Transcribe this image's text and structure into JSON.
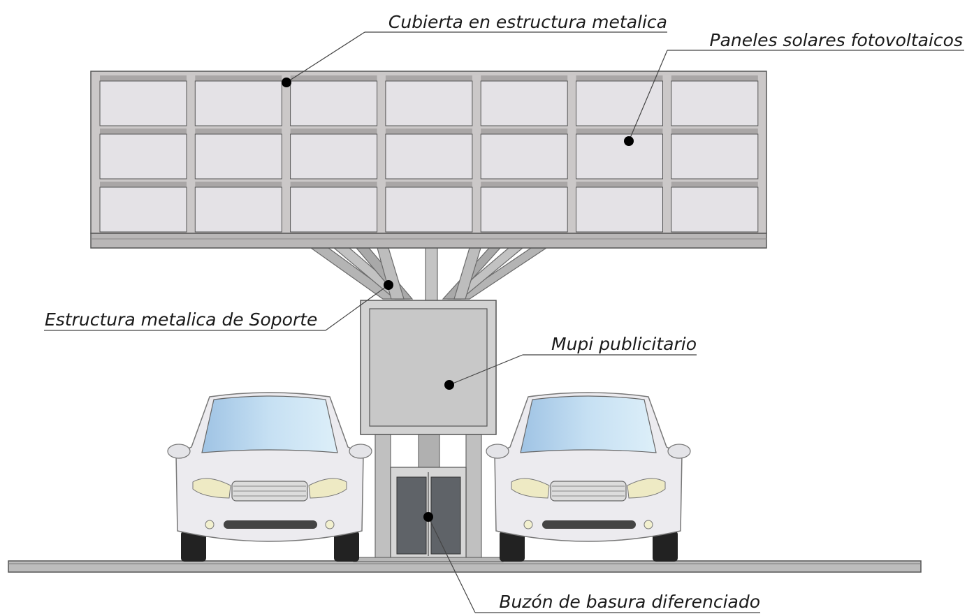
{
  "labels": {
    "roof": "Cubierta en estructura metalica",
    "panels": "Paneles solares fotovoltaicos",
    "support": "Estructura metalica de Soporte",
    "mupi": "Mupi publicitario",
    "bin": "Buzón de basura diferenciado"
  },
  "panel_grid": {
    "columns": 7,
    "rows": 3
  },
  "colors": {
    "panel_cell": "#e4e2e6",
    "panel_frame": "#cbc8c8",
    "roof_base": "#b9b7b7",
    "steel": "#b4b4b4",
    "mupi_face": "#c8c8c8",
    "bin_door": "#5f6368",
    "ground": "#bcbcbc",
    "car_body": "#ecebef",
    "windshield": "#b9d6ec",
    "headlight": "#eeeac4",
    "leader_dot": "#000000"
  }
}
